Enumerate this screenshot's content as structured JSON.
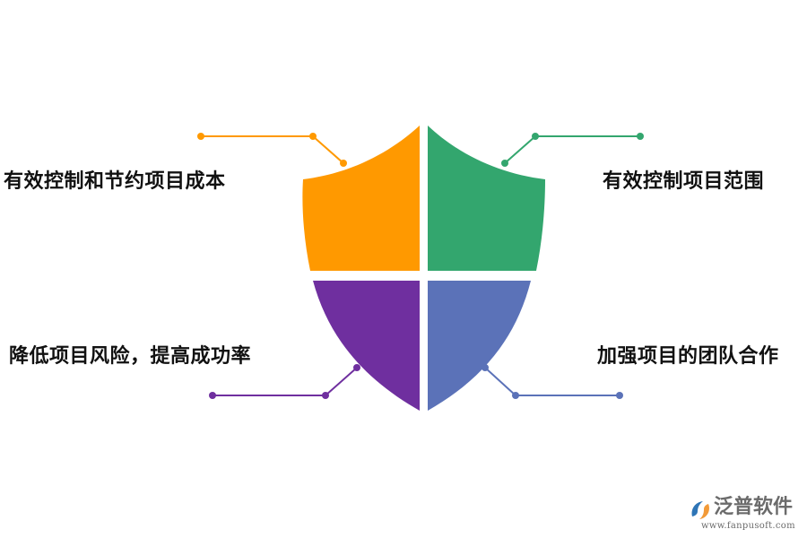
{
  "quadrants": [
    {
      "position": "top-left",
      "label": "有效控制和节约项目成本",
      "color": "#FF9900"
    },
    {
      "position": "top-right",
      "label": "有效控制项目范围",
      "color": "#33A66E"
    },
    {
      "position": "bottom-left",
      "label": "降低项目风险，提高成功率",
      "color": "#6F2F9F"
    },
    {
      "position": "bottom-right",
      "label": "加强项目的团队合作",
      "color": "#5B72B8"
    }
  ],
  "logo": {
    "name": "泛普软件",
    "url": "www.fanpusoft.com",
    "colors": {
      "blue": "#2E75B6",
      "orange": "#F29A38"
    }
  },
  "icons": {
    "shield": "shield-icon",
    "logo_mark": "fanpu-logo-icon"
  }
}
